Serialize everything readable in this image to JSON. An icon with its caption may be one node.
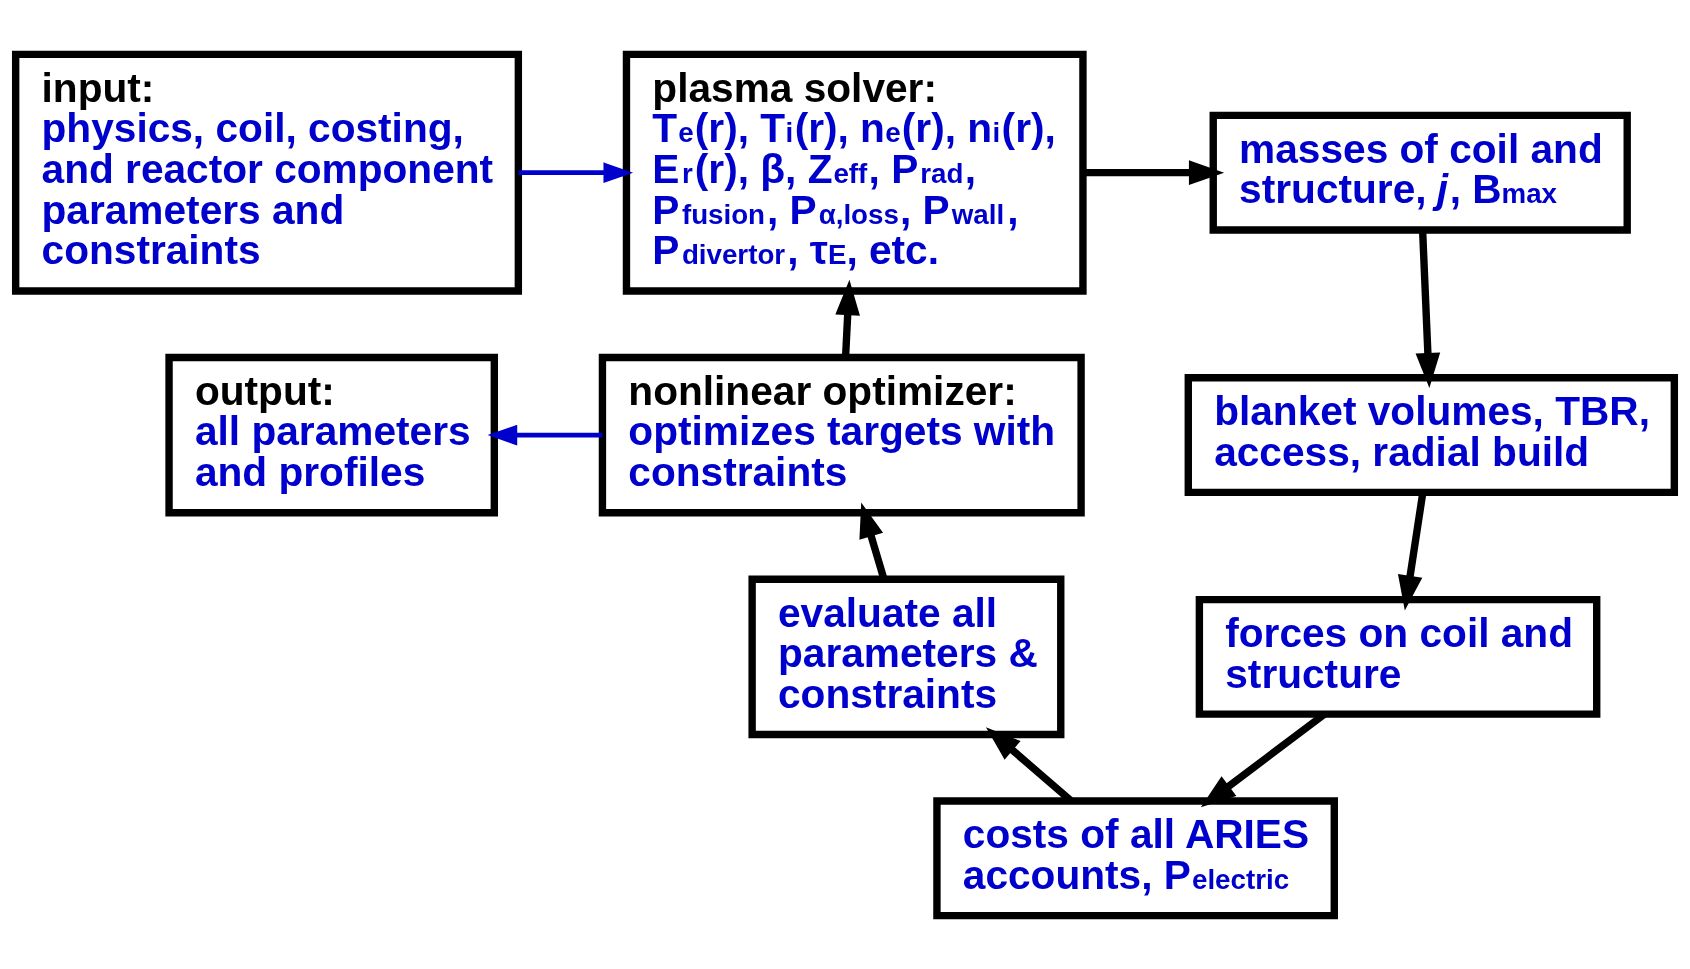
{
  "diagram": {
    "nodes": [
      {
        "text": [
          "input:",
          "physics, coil, costing, and reactor component parameters and constraints"
        ]
      },
      {
        "text": [
          "plasma solver:",
          "T$_{e}$(r), T$_{i}$(r), n$_{e}$(r), n$_{i}$(r), E$_{r}$(r), β, Z$_{eff}$, P$_{rad}$, P$_{fusion}$, P$_{α,loss}$, P$_{wall}$, P$_{divertor}$, τ$_{E}$, etc."
        ]
      },
      {
        "text": [
          "masses of coil and structure, *j*, B$_{max}$"
        ]
      },
      {
        "text": [
          "blanket volumes, TBR, access, radial build"
        ]
      },
      {
        "text": [
          "forces on coil and structure"
        ]
      },
      {
        "text": [
          "costs of all ARIES accounts, P$_{electric}$"
        ]
      },
      {
        "text": [
          "evaluate all parameters & constraints"
        ]
      },
      {
        "text": [
          "nonlinear optimizer:",
          "optimizes targets with constraints"
        ]
      },
      {
        "text": [
          "output:",
          "all parameters and profiles"
        ]
      }
    ],
    "edges": [
      {
        "from": 0,
        "to": 1,
        "arrow": "to",
        "color": "#0000cc"
      },
      {
        "from": 1,
        "to": 2,
        "arrow": "to"
      },
      {
        "from": 2,
        "to": 3,
        "arrow": "to"
      },
      {
        "from": 3,
        "to": 4,
        "arrow": "to"
      },
      {
        "from": 4,
        "to": 5,
        "arrow": "to"
      },
      {
        "from": 5,
        "to": 6,
        "arrow": "to"
      },
      {
        "from": 6,
        "to": 7,
        "arrow": "to"
      },
      {
        "from": 7,
        "to": 1,
        "arrow": "to"
      },
      {
        "from": 7,
        "to": 8,
        "arrow": "to",
        "color": "#0000cc"
      }
    ]
  }
}
